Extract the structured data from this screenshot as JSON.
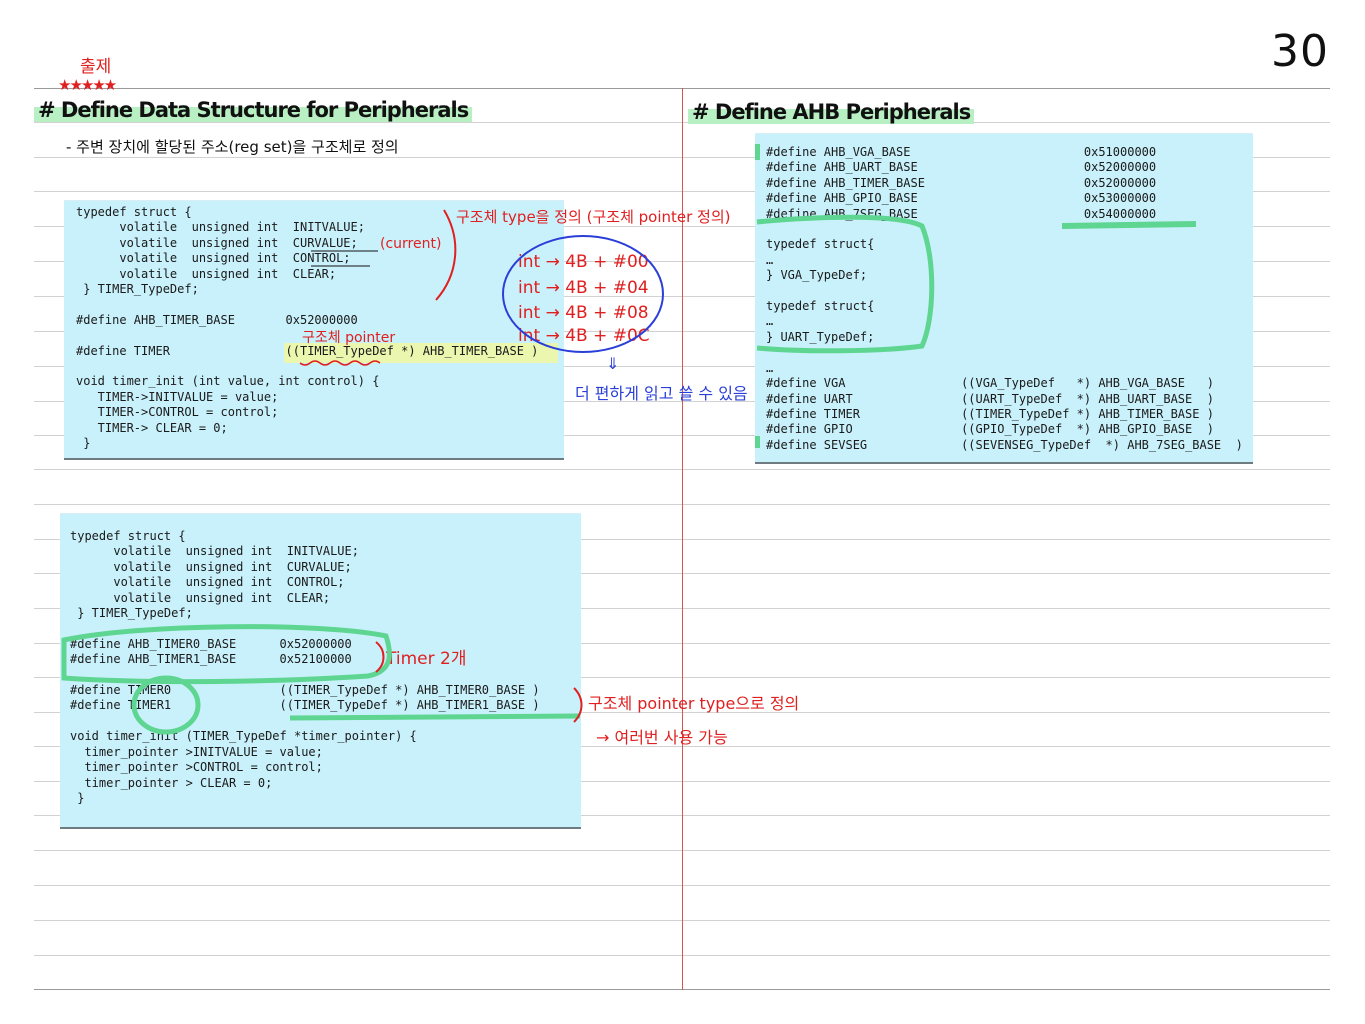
{
  "page_number": "30",
  "left": {
    "exam_mark": "출제",
    "stars": "★★★★★",
    "heading": "# Define Data Structure for Peripherals",
    "subtitle": "- 주변 장치에 할당된 주소(reg set)을 구조체로 정의",
    "box1_code": "typedef struct {\n      volatile  unsigned int  INITVALUE;\n      volatile  unsigned int  CURVALUE;\n      volatile  unsigned int  CONTROL;\n      volatile  unsigned int  CLEAR;\n } TIMER_TypeDef;\n\n#define AHB_TIMER_BASE       0x52000000\n\n#define TIMER                ((TIMER_TypeDef *) AHB_TIMER_BASE )\n\nvoid timer_init (int value, int control) {\n   TIMER->INITVALUE = value;\n   TIMER->CONTROL = control;\n   TIMER-> CLEAR = 0;\n }",
    "box2_code": "typedef struct {\n      volatile  unsigned int  INITVALUE;\n      volatile  unsigned int  CURVALUE;\n      volatile  unsigned int  CONTROL;\n      volatile  unsigned int  CLEAR;\n } TIMER_TypeDef;\n\n#define AHB_TIMER0_BASE      0x52000000\n#define AHB_TIMER1_BASE      0x52100000\n\n#define TIMER0               ((TIMER_TypeDef *) AHB_TIMER0_BASE )\n#define TIMER1               ((TIMER_TypeDef *) AHB_TIMER1_BASE )\n\nvoid timer_init (TIMER_TypeDef *timer_pointer) {\n  timer_pointer >INITVALUE = value;\n  timer_pointer >CONTROL = control;\n  timer_pointer > CLEAR = 0;\n }"
  },
  "annotations": {
    "struct_type_define": "구조체 type을 정의 (구조체 pointer 정의)",
    "current": "(current)",
    "struct_pointer": "구조체 pointer",
    "offsets": [
      "int → 4B + #00",
      "int → 4B + #04",
      "int → 4B + #08",
      "int → 4B + #0C"
    ],
    "easier": "더 편하게 읽고 쓸 수 있음",
    "timer_two": "Timer 2개",
    "pointer_type_define": "구조체 pointer type으로 정의",
    "reuse": "→ 여러번 사용 가능"
  },
  "right": {
    "heading": "# Define AHB Peripherals",
    "box_code": "#define AHB_VGA_BASE                        0x51000000\n#define AHB_UART_BASE                       0x52000000\n#define AHB_TIMER_BASE                      0x52000000\n#define AHB_GPIO_BASE                       0x53000000\n#define AHB_7SEG_BASE                       0x54000000\n\ntypedef struct{\n…\n} VGA_TypeDef;\n\ntypedef struct{\n…\n} UART_TypeDef;\n\n…\n#define VGA                ((VGA_TypeDef   *) AHB_VGA_BASE   )\n#define UART               ((UART_TypeDef  *) AHB_UART_BASE  )\n#define TIMER              ((TIMER_TypeDef *) AHB_TIMER_BASE )\n#define GPIO               ((GPIO_TypeDef  *) AHB_GPIO_BASE  )\n#define SEVSEG             ((SEVENSEG_TypeDef  *) AHB_7SEG_BASE  )"
  },
  "colors": {
    "red_ink": "#e02020",
    "blue_ink": "#2a3fd8",
    "green_marker": "#5fd592",
    "code_bg": "#c9f1fb"
  }
}
